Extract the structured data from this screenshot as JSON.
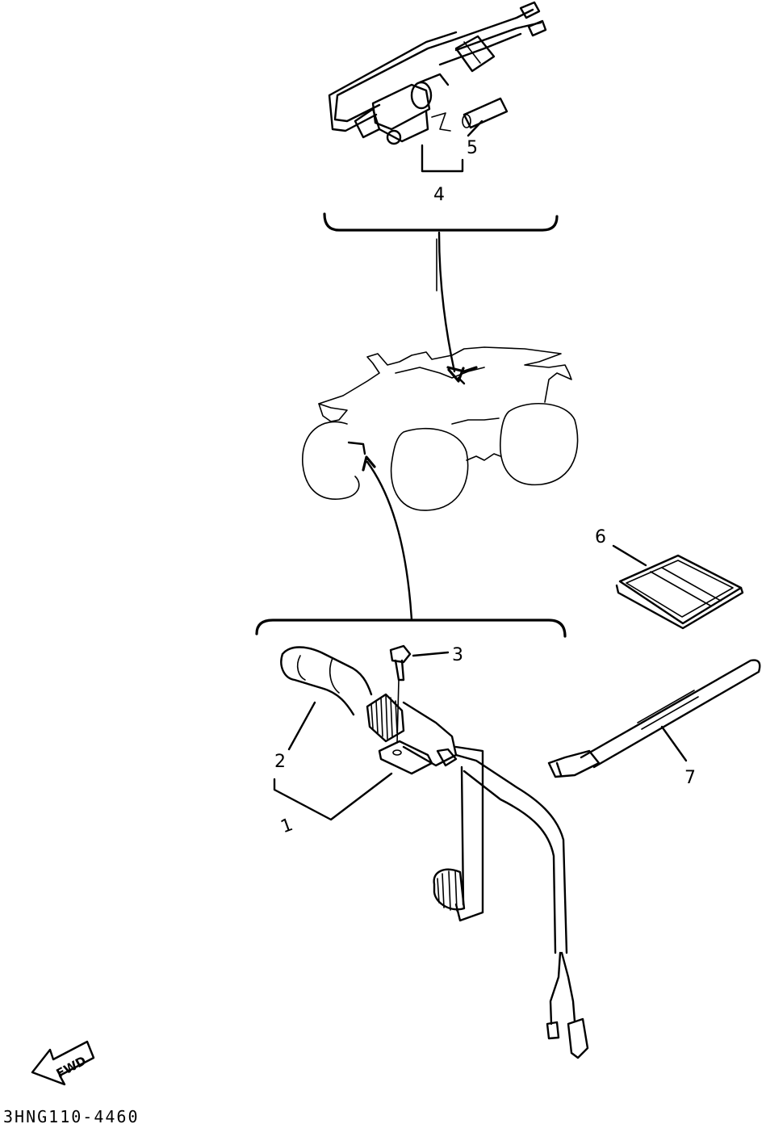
{
  "diagram": {
    "callouts": {
      "c1": "1",
      "c2": "2",
      "c3": "3",
      "c4": "4",
      "c5": "5",
      "c6": "6",
      "c7": "7"
    },
    "fwd_label": "FWD",
    "document_number": "3HNG110-4460",
    "arrow_icon": "fwd-arrow-icon"
  }
}
